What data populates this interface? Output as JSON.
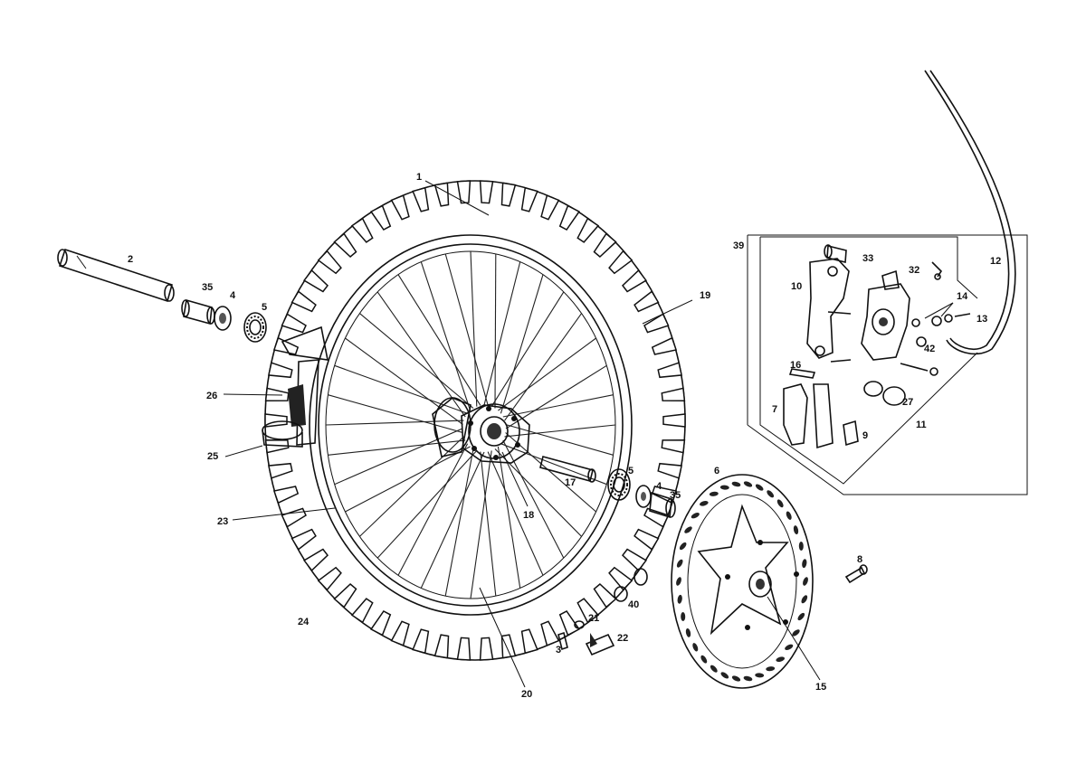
{
  "diagram": {
    "labels": {
      "1": "1",
      "2": "2",
      "3": "3",
      "4": "4",
      "5": "5",
      "6": "6",
      "7": "7",
      "8": "8",
      "9": "9",
      "10": "10",
      "11": "11",
      "12": "12",
      "13": "13",
      "14": "14",
      "15": "15",
      "16": "16",
      "17": "17",
      "18": "18",
      "19": "19",
      "20": "20",
      "21": "21",
      "22": "22",
      "23": "23",
      "24": "24",
      "25": "25",
      "26": "26",
      "27": "27",
      "32": "32",
      "33": "33",
      "35": "35",
      "39": "39",
      "40": "40",
      "42": "42"
    }
  }
}
